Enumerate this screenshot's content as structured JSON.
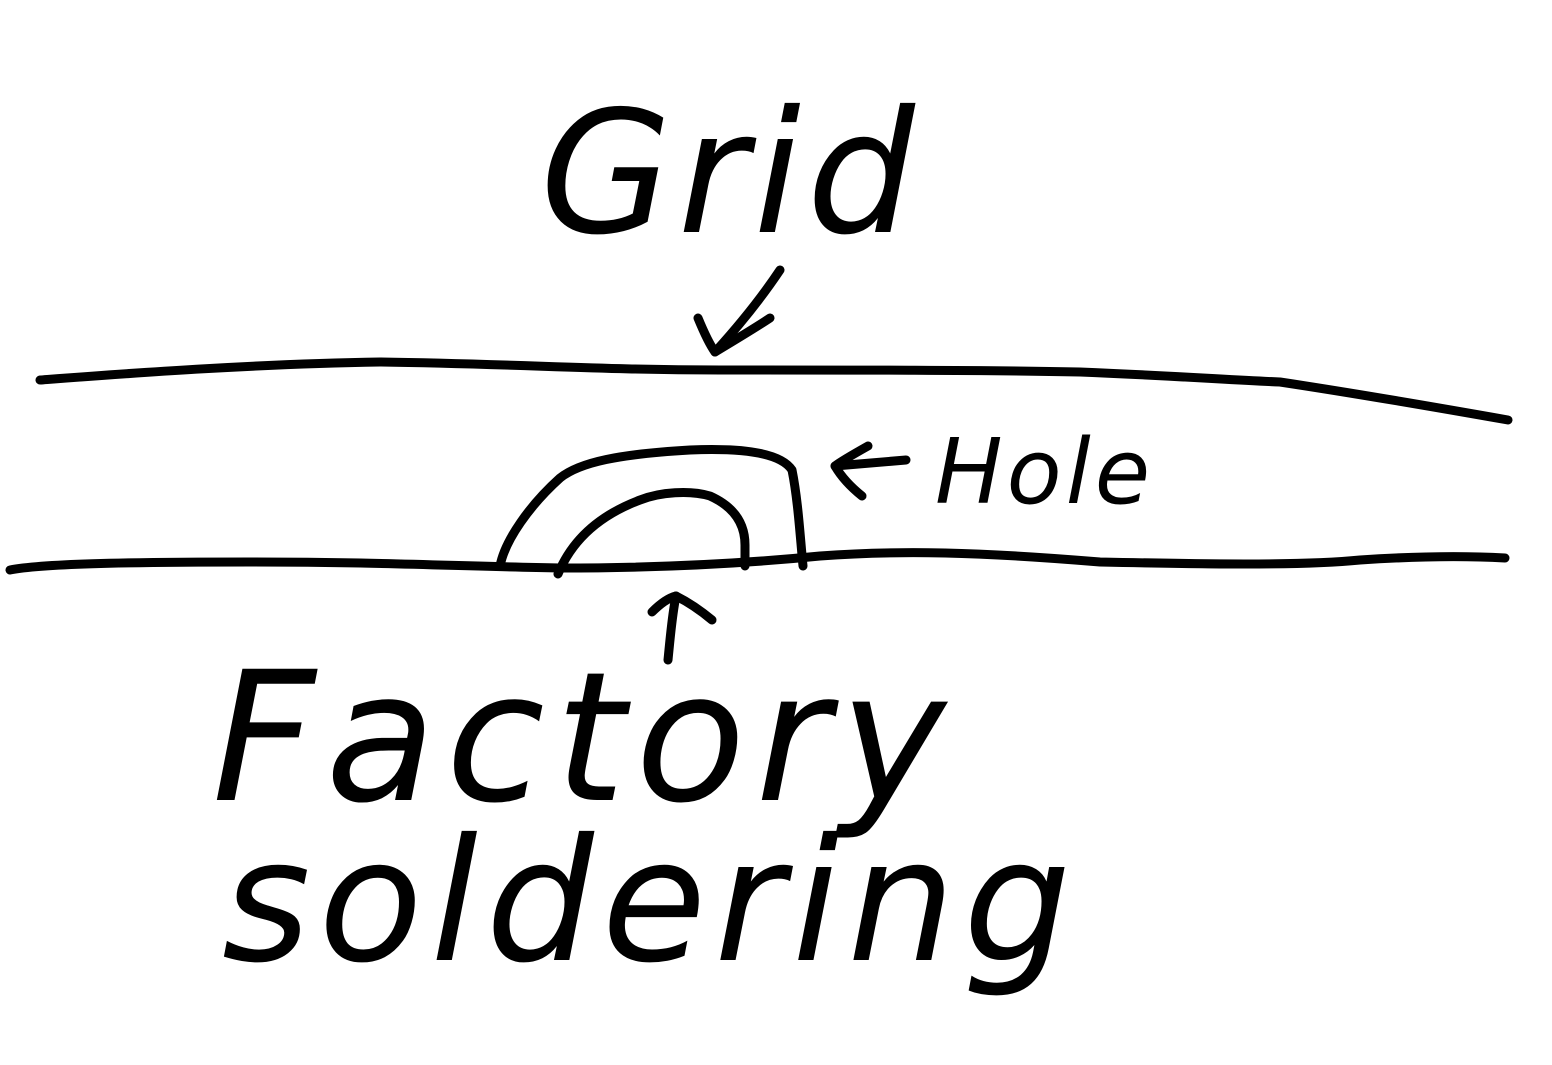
{
  "labels": {
    "grid": "Grid",
    "hole": "Hole",
    "factory_line1": "Factory",
    "factory_line2": "soldering"
  },
  "colors": {
    "ink": "#000000",
    "background": "#ffffff"
  }
}
